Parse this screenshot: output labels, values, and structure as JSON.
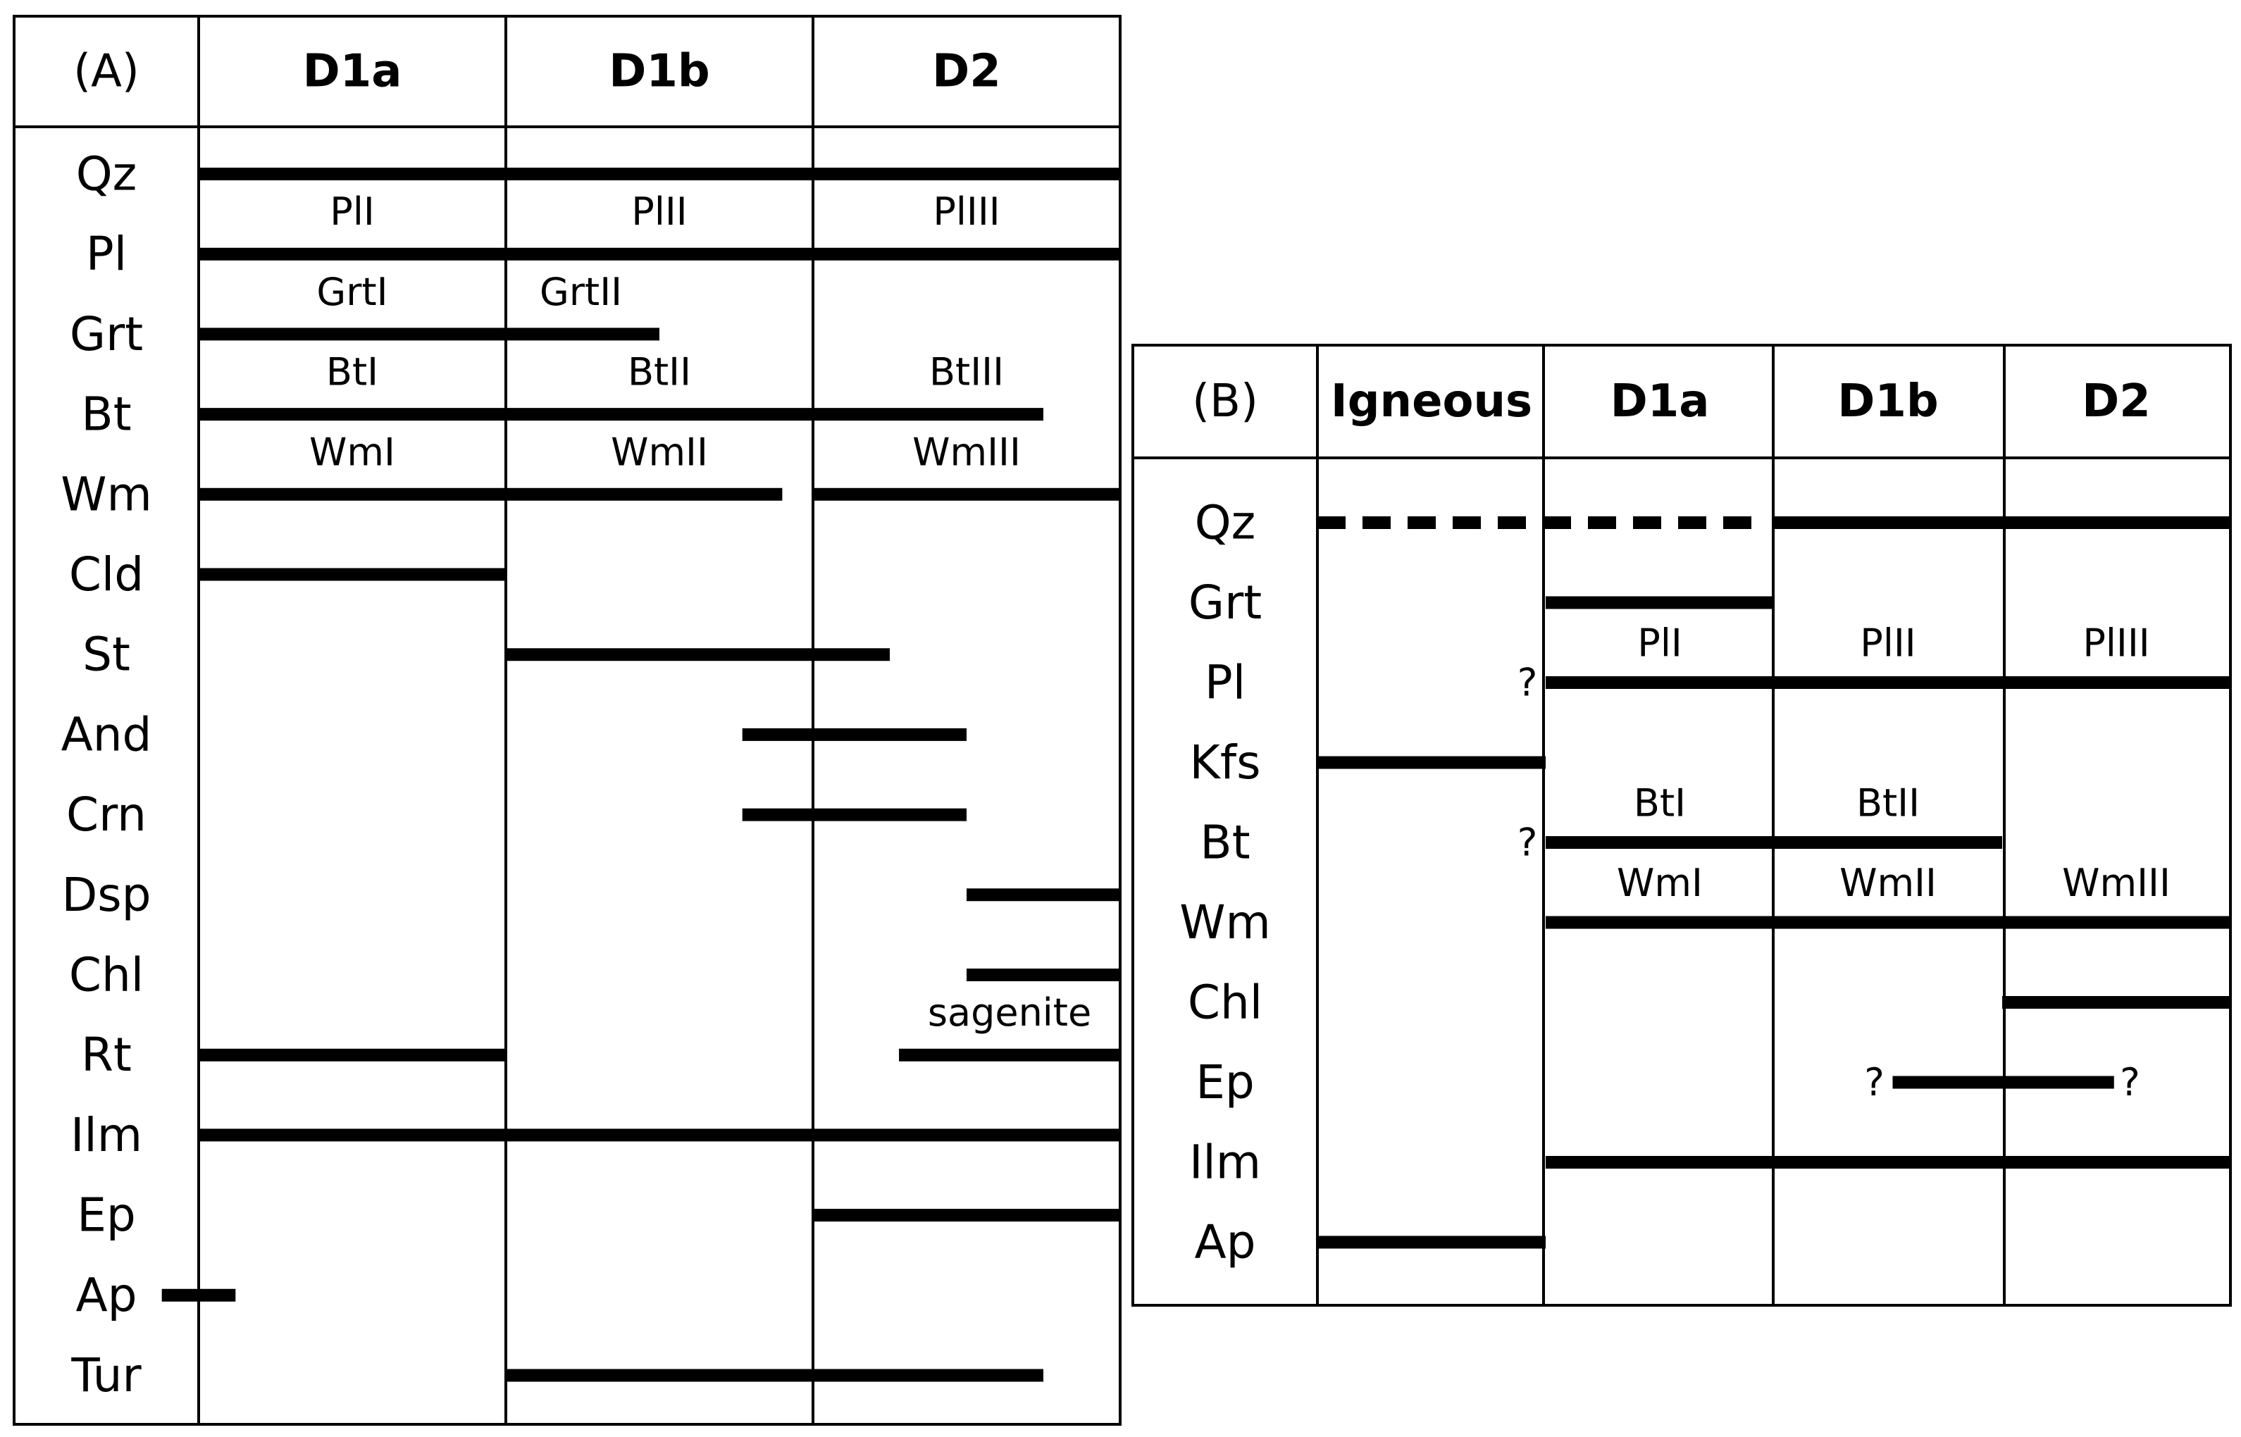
{
  "panel_a": {
    "label": "(A)",
    "stages": [
      "D1a",
      "D1b",
      "D2"
    ],
    "minerals": [
      "Qz",
      "Pl",
      "Grt",
      "Bt",
      "Wm",
      "Cld",
      "St",
      "And",
      "Crn",
      "Dsp",
      "Chl",
      "Rt",
      "Ilm",
      "Ep",
      "Ap",
      "Tur"
    ],
    "bars": [
      {
        "mineral": "Qz",
        "start": 0,
        "end": 3,
        "style": "solid"
      },
      {
        "mineral": "Pl",
        "start": 0,
        "end": 3,
        "style": "solid"
      },
      {
        "mineral": "Grt",
        "start": 0,
        "end": 1.5,
        "style": "solid"
      },
      {
        "mineral": "Bt",
        "start": 0,
        "end": 2.75,
        "style": "solid"
      },
      {
        "mineral": "Wm",
        "start": 0,
        "end": 1.9,
        "style": "solid"
      },
      {
        "mineral": "Wm",
        "start": 2,
        "end": 3,
        "style": "solid"
      },
      {
        "mineral": "Cld",
        "start": 0,
        "end": 1,
        "style": "solid"
      },
      {
        "mineral": "St",
        "start": 1,
        "end": 2.25,
        "style": "solid"
      },
      {
        "mineral": "And",
        "start": 1.77,
        "end": 2.5,
        "style": "solid"
      },
      {
        "mineral": "Crn",
        "start": 1.77,
        "end": 2.5,
        "style": "solid"
      },
      {
        "mineral": "Dsp",
        "start": 2.5,
        "end": 3,
        "style": "solid"
      },
      {
        "mineral": "Chl",
        "start": 2.5,
        "end": 3,
        "style": "solid"
      },
      {
        "mineral": "Rt",
        "start": 0,
        "end": 1,
        "style": "solid"
      },
      {
        "mineral": "Rt",
        "start": 2.28,
        "end": 3,
        "style": "solid"
      },
      {
        "mineral": "Ilm",
        "start": 0,
        "end": 3,
        "style": "solid"
      },
      {
        "mineral": "Ep",
        "start": 2,
        "end": 3,
        "style": "solid"
      },
      {
        "mineral": "Ap",
        "start": -0.12,
        "end": 0.12,
        "style": "solid"
      },
      {
        "mineral": "Tur",
        "start": 1,
        "end": 2.75,
        "style": "solid"
      }
    ],
    "phase_labels": [
      {
        "text": "PlI",
        "mineral": "Pl",
        "stage": 0
      },
      {
        "text": "PlII",
        "mineral": "Pl",
        "stage": 1
      },
      {
        "text": "PlIII",
        "mineral": "Pl",
        "stage": 2
      },
      {
        "text": "GrtI",
        "mineral": "Grt",
        "stage": 0
      },
      {
        "text": "GrtII",
        "mineral": "Grt",
        "stage": 1,
        "align": "start"
      },
      {
        "text": "BtI",
        "mineral": "Bt",
        "stage": 0
      },
      {
        "text": "BtII",
        "mineral": "Bt",
        "stage": 1
      },
      {
        "text": "BtIII",
        "mineral": "Bt",
        "stage": 2
      },
      {
        "text": "WmI",
        "mineral": "Wm",
        "stage": 0
      },
      {
        "text": "WmII",
        "mineral": "Wm",
        "stage": 1
      },
      {
        "text": "WmIII",
        "mineral": "Wm",
        "stage": 2
      },
      {
        "text": "sagenite",
        "mineral": "Rt",
        "stage": 2.64
      }
    ]
  },
  "panel_b": {
    "label": "(B)",
    "stages": [
      "Igneous",
      "D1a",
      "D1b",
      "D2"
    ],
    "minerals": [
      "Qz",
      "Grt",
      "Pl",
      "Kfs",
      "Bt",
      "Wm",
      "Chl",
      "Ep",
      "Ilm",
      "Ap"
    ],
    "bars": [
      {
        "mineral": "Qz",
        "start": 0,
        "end": 1.92,
        "style": "dashed"
      },
      {
        "mineral": "Qz",
        "start": 2,
        "end": 4,
        "style": "solid"
      },
      {
        "mineral": "Grt",
        "start": 1,
        "end": 2,
        "style": "solid"
      },
      {
        "mineral": "Pl",
        "start": 1,
        "end": 4,
        "style": "solid"
      },
      {
        "mineral": "Kfs",
        "start": 0,
        "end": 1,
        "style": "solid"
      },
      {
        "mineral": "Bt",
        "start": 1,
        "end": 3,
        "style": "solid"
      },
      {
        "mineral": "Wm",
        "start": 1,
        "end": 4,
        "style": "solid"
      },
      {
        "mineral": "Chl",
        "start": 3,
        "end": 4,
        "style": "solid"
      },
      {
        "mineral": "Ep",
        "start": 2.52,
        "end": 3.49,
        "style": "solid"
      },
      {
        "mineral": "Ilm",
        "start": 1,
        "end": 4,
        "style": "solid"
      },
      {
        "mineral": "Ap",
        "start": 0,
        "end": 1,
        "style": "solid"
      }
    ],
    "phase_labels": [
      {
        "text": "PlI",
        "mineral": "Pl",
        "stage": 1
      },
      {
        "text": "PlII",
        "mineral": "Pl",
        "stage": 2
      },
      {
        "text": "PlIII",
        "mineral": "Pl",
        "stage": 3
      },
      {
        "text": "BtI",
        "mineral": "Bt",
        "stage": 1
      },
      {
        "text": "BtII",
        "mineral": "Bt",
        "stage": 2
      },
      {
        "text": "WmI",
        "mineral": "Wm",
        "stage": 1
      },
      {
        "text": "WmII",
        "mineral": "Wm",
        "stage": 2
      },
      {
        "text": "WmIII",
        "mineral": "Wm",
        "stage": 3
      }
    ],
    "question_marks": [
      {
        "text": "?",
        "mineral": "Pl",
        "stage": 0.92
      },
      {
        "text": "?",
        "mineral": "Bt",
        "stage": 0.92
      },
      {
        "text": "?",
        "mineral": "Ep",
        "stage": 2.44
      },
      {
        "text": "?",
        "mineral": "Ep",
        "stage": 3.56
      }
    ]
  },
  "colors": {
    "ink": "#000000",
    "background": "#ffffff"
  }
}
